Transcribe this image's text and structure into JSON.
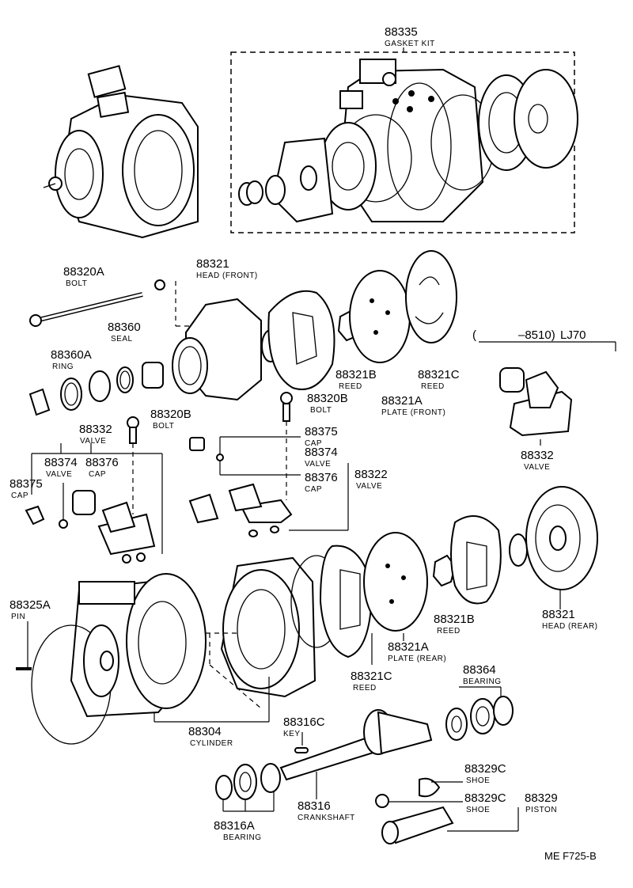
{
  "callouts": [
    {
      "id": "gasket-kit",
      "number": "88335",
      "desc": "GASKET KIT"
    },
    {
      "id": "bolt-long",
      "number": "88320A",
      "desc": "BOLT"
    },
    {
      "id": "head-front",
      "number": "88321",
      "desc": "HEAD (FRONT)"
    },
    {
      "id": "seal",
      "number": "88360",
      "desc": "SEAL"
    },
    {
      "id": "ring",
      "number": "88360A",
      "desc": "RING"
    },
    {
      "id": "reed-front",
      "number": "88321B",
      "desc": "REED"
    },
    {
      "id": "reed-c-front",
      "number": "88321C",
      "desc": "REED"
    },
    {
      "id": "plate-front",
      "number": "88321A",
      "desc": "PLATE (FRONT)"
    },
    {
      "id": "bolt-right",
      "number": "88320B",
      "desc": "BOLT"
    },
    {
      "id": "bolt-left",
      "number": "88320B",
      "desc": "BOLT"
    },
    {
      "id": "valve-left",
      "number": "88332",
      "desc": "VALVE"
    },
    {
      "id": "valve-small-left",
      "number": "88374",
      "desc": "VALVE"
    },
    {
      "id": "cap-left",
      "number": "88376",
      "desc": "CAP"
    },
    {
      "id": "cap-small-left",
      "number": "88375",
      "desc": "CAP"
    },
    {
      "id": "cap-small-mid",
      "number": "88375",
      "desc": "CAP"
    },
    {
      "id": "valve-small-mid",
      "number": "88374",
      "desc": "VALVE"
    },
    {
      "id": "cap-mid",
      "number": "88376",
      "desc": "CAP"
    },
    {
      "id": "valve-mid",
      "number": "88322",
      "desc": "VALVE"
    },
    {
      "id": "valve-lj70",
      "number": "88332",
      "desc": "VALVE"
    },
    {
      "id": "pin",
      "number": "88325A",
      "desc": "PIN"
    },
    {
      "id": "reed-rear",
      "number": "88321B",
      "desc": "REED"
    },
    {
      "id": "head-rear",
      "number": "88321",
      "desc": "HEAD (REAR)"
    },
    {
      "id": "plate-rear",
      "number": "88321A",
      "desc": "PLATE (REAR)"
    },
    {
      "id": "reed-c-rear",
      "number": "88321C",
      "desc": "REED"
    },
    {
      "id": "bearing-right",
      "number": "88364",
      "desc": "BEARING"
    },
    {
      "id": "cylinder",
      "number": "88304",
      "desc": "CYLINDER"
    },
    {
      "id": "key",
      "number": "88316C",
      "desc": "KEY"
    },
    {
      "id": "shoe-top",
      "number": "88329C",
      "desc": "SHOE"
    },
    {
      "id": "shoe-bottom",
      "number": "88329C",
      "desc": "SHOE"
    },
    {
      "id": "piston",
      "number": "88329",
      "desc": "PISTON"
    },
    {
      "id": "crankshaft",
      "number": "88316",
      "desc": "CRANKSHAFT"
    },
    {
      "id": "bearing-left",
      "number": "88316A",
      "desc": "BEARING"
    }
  ],
  "applicability": {
    "open": "(",
    "range": "–8510)",
    "model": "LJ70"
  },
  "footer": {
    "code": "ME  F725-B"
  }
}
